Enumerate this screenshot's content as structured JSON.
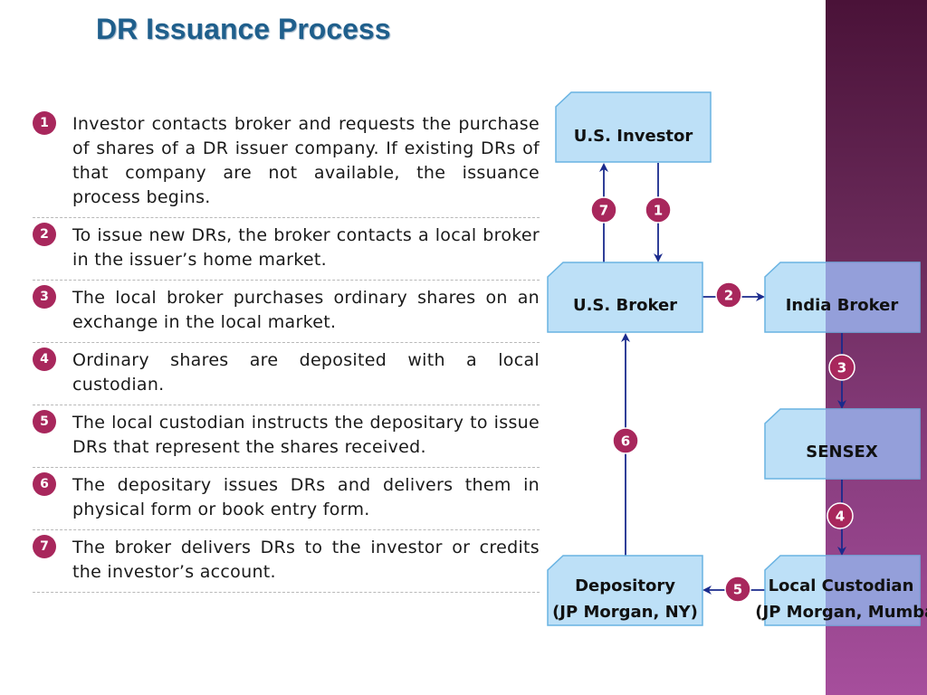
{
  "title": "DR Issuance Process",
  "steps": [
    {
      "number": "1",
      "text": "Investor contacts broker and requests the purchase of shares of a DR issuer company. If existing DRs of that company are not available, the issuance process begins."
    },
    {
      "number": "2",
      "text": "To issue new DRs, the broker contacts a local broker in the issuer’s home market."
    },
    {
      "number": "3",
      "text": "The local broker purchases ordinary shares on an exchange in the local market."
    },
    {
      "number": "4",
      "text": "Ordinary shares are deposited with a local custodian."
    },
    {
      "number": "5",
      "text": "The local custodian instructs the depositary to issue DRs that represent the shares received."
    },
    {
      "number": "6",
      "text": "The depositary issues DRs and delivers them in physical form or book entry form."
    },
    {
      "number": "7",
      "text": "The broker delivers DRs to the investor or credits the investor’s account."
    }
  ],
  "diagram": {
    "nodes": {
      "us_investor": {
        "label": "U.S. Investor"
      },
      "us_broker": {
        "label": "U.S. Broker"
      },
      "india_broker": {
        "label": "India Broker"
      },
      "sensex": {
        "label": "SENSEX"
      },
      "depository": {
        "line1": "Depository",
        "line2": "(JP Morgan, NY)"
      },
      "local_custodian": {
        "line1": "Local Custodian",
        "line2": "(JP Morgan, Mumbai)"
      }
    },
    "badges": {
      "b1": "1",
      "b2": "2",
      "b3": "3",
      "b4": "4",
      "b5": "5",
      "b6": "6",
      "b7": "7"
    }
  }
}
